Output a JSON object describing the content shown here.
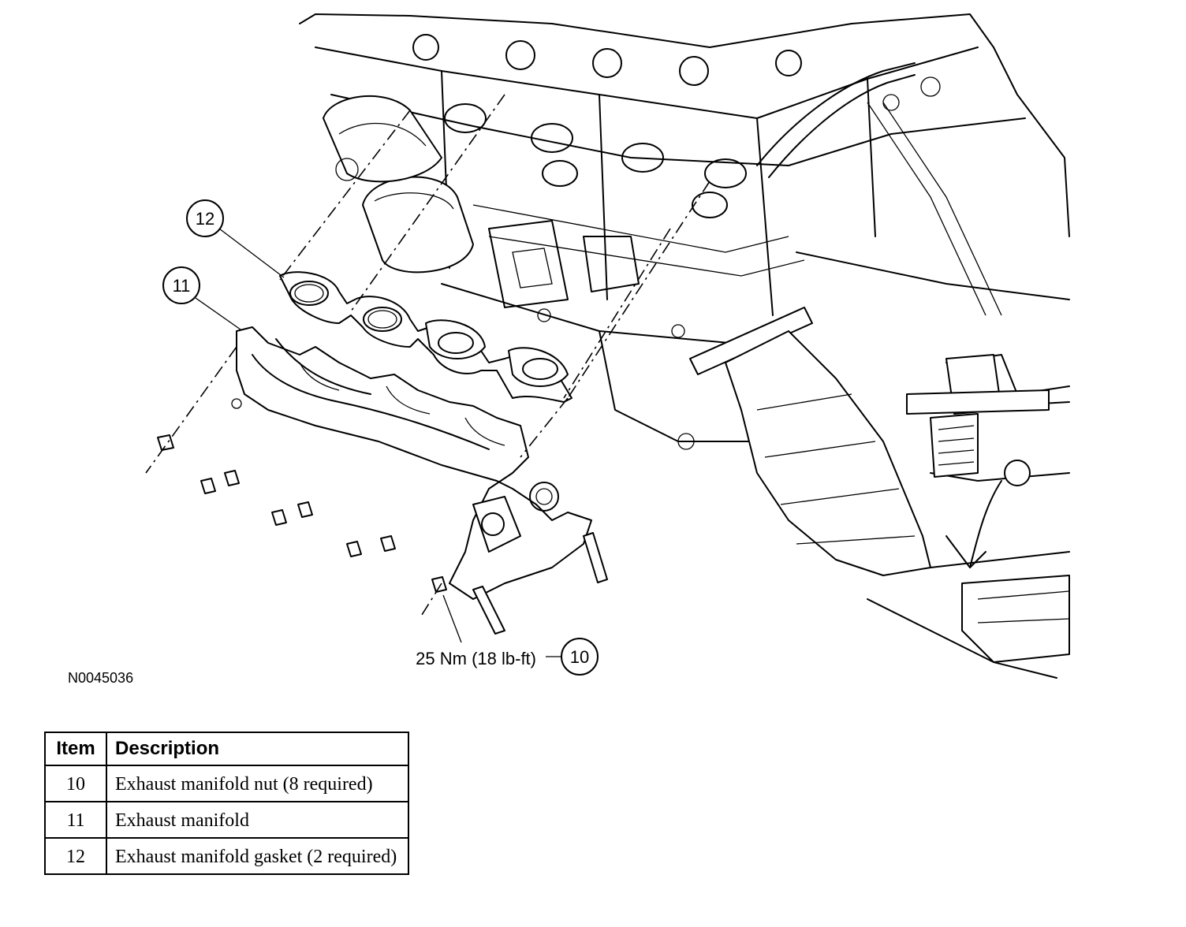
{
  "diagram": {
    "callouts": [
      {
        "id": "callout-12",
        "label": "12"
      },
      {
        "id": "callout-11",
        "label": "11"
      },
      {
        "id": "callout-10",
        "label": "10"
      }
    ],
    "torque_spec": "25 Nm (18 lb-ft)",
    "figure_id": "N0045036"
  },
  "legend": {
    "headers": {
      "item": "Item",
      "description": "Description"
    },
    "rows": [
      {
        "item": "10",
        "description": "Exhaust manifold nut (8 required)"
      },
      {
        "item": "11",
        "description": "Exhaust manifold"
      },
      {
        "item": "12",
        "description": "Exhaust manifold gasket (2 required)"
      }
    ]
  }
}
